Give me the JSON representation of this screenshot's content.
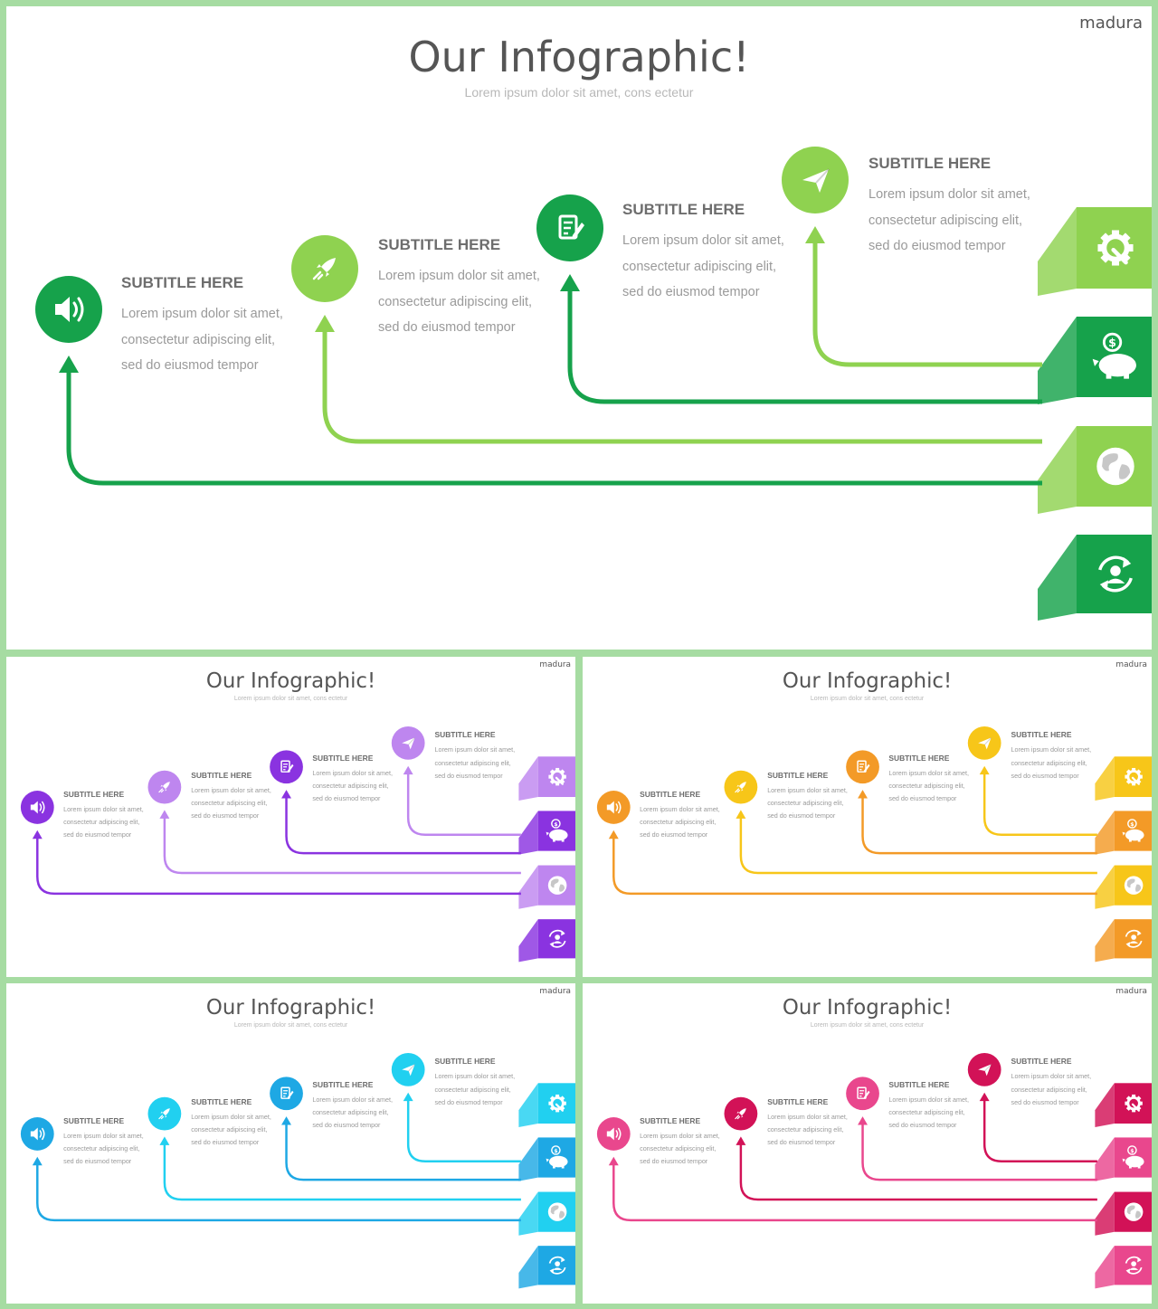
{
  "slide": {
    "brand": "madura",
    "title": "Our Infographic!",
    "subtitle": "Lorem ipsum dolor sit amet, cons ectetur"
  },
  "steps": [
    {
      "title": "SUBTITLE HERE",
      "lines": [
        "Lorem ipsum dolor sit amet,",
        "consectetur adipiscing elit,",
        "sed do eiusmod tempor"
      ],
      "icon": "speaker-icon"
    },
    {
      "title": "SUBTITLE HERE",
      "lines": [
        "Lorem ipsum dolor sit amet,",
        "consectetur adipiscing elit,",
        "sed do eiusmod tempor"
      ],
      "icon": "rocket-icon"
    },
    {
      "title": "SUBTITLE HERE",
      "lines": [
        "Lorem ipsum dolor sit amet,",
        "consectetur adipiscing elit,",
        "sed do eiusmod tempor"
      ],
      "icon": "document-edit-icon"
    },
    {
      "title": "SUBTITLE HERE",
      "lines": [
        "Lorem ipsum dolor sit amet,",
        "consectetur adipiscing elit,",
        "sed do eiusmod tempor"
      ],
      "icon": "paper-plane-icon"
    }
  ],
  "side_icons": [
    "gear-icon",
    "piggy-bank-icon",
    "globe-icon",
    "user-refresh-icon"
  ],
  "themes": [
    {
      "name": "green",
      "dark": "#16a24b",
      "light": "#8fd250"
    },
    {
      "name": "purple",
      "dark": "#8a33e0",
      "light": "#be86ef"
    },
    {
      "name": "orange",
      "dark": "#f39a27",
      "light": "#f7c619"
    },
    {
      "name": "blue",
      "dark": "#1ea8e4",
      "light": "#21d0f0"
    },
    {
      "name": "pink",
      "dark": "#e9478d",
      "light": "#d21257"
    }
  ]
}
